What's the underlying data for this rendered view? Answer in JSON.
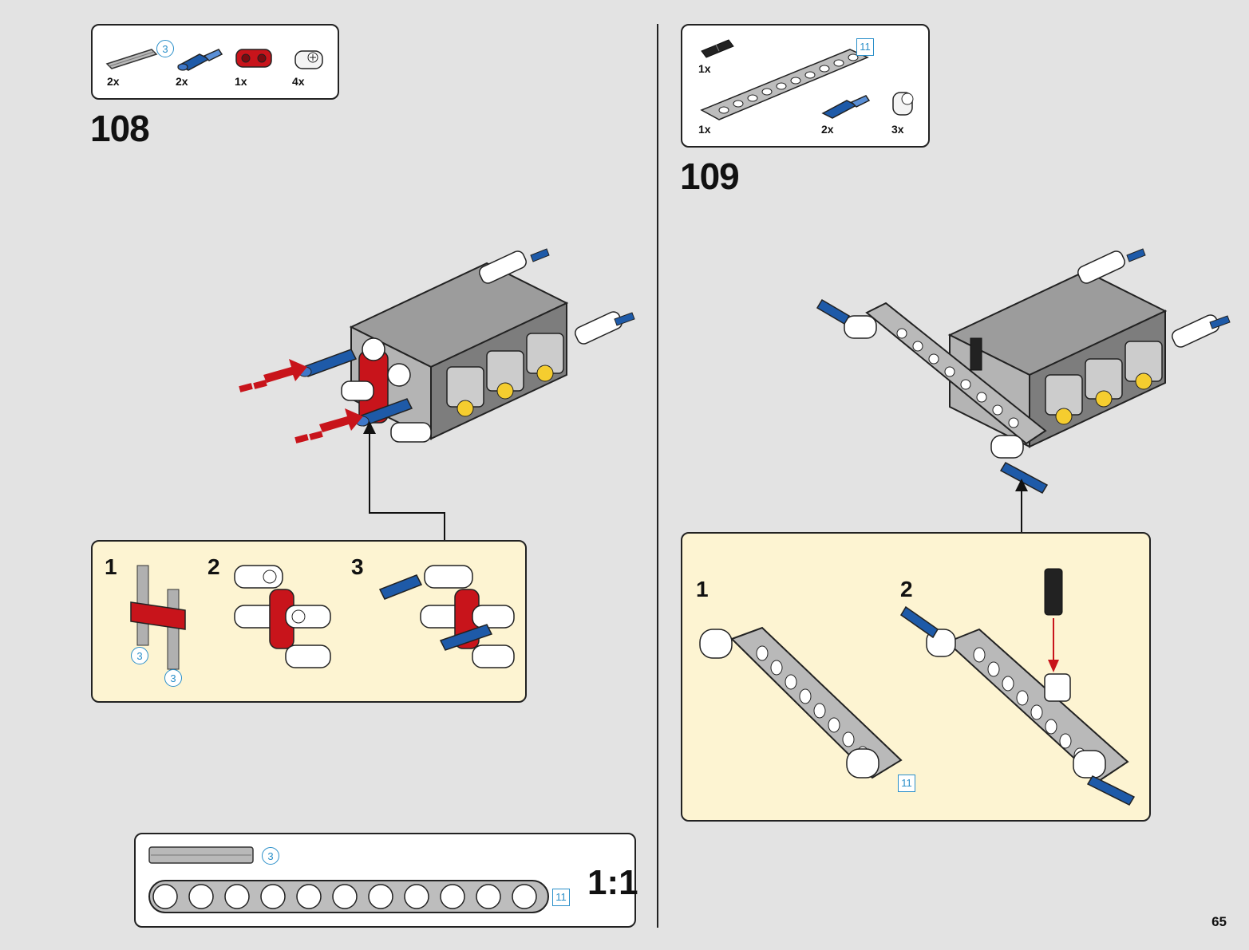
{
  "page_number": "65",
  "step_108": {
    "number": "108",
    "parts": [
      {
        "name": "axle-3",
        "qty": "2x",
        "size": "3"
      },
      {
        "name": "blue-pin",
        "qty": "2x"
      },
      {
        "name": "red-connector",
        "qty": "1x"
      },
      {
        "name": "white-connector",
        "qty": "4x"
      }
    ],
    "substeps": [
      {
        "label": "1",
        "callouts": [
          "3",
          "3"
        ]
      },
      {
        "label": "2"
      },
      {
        "label": "3"
      }
    ]
  },
  "step_109": {
    "number": "109",
    "parts": [
      {
        "name": "black-pin",
        "qty": "1x"
      },
      {
        "name": "beam-11",
        "qty": "1x",
        "size": "11"
      },
      {
        "name": "blue-pin",
        "qty": "2x"
      },
      {
        "name": "white-connector",
        "qty": "3x"
      }
    ],
    "substeps": [
      {
        "label": "1",
        "callout": "11"
      },
      {
        "label": "2"
      }
    ]
  },
  "scale_box": {
    "label": "1:1",
    "axle_size": "3",
    "beam_size": "11"
  },
  "colors": {
    "background": "#e3e3e3",
    "subassembly_bg": "#fdf4d2",
    "callout_blue": "#2a8fc9",
    "lego_red": "#c8141b",
    "lego_blue": "#1e5aa8",
    "lego_gray": "#a3a3a3",
    "lego_yellow": "#f5cd2f"
  }
}
